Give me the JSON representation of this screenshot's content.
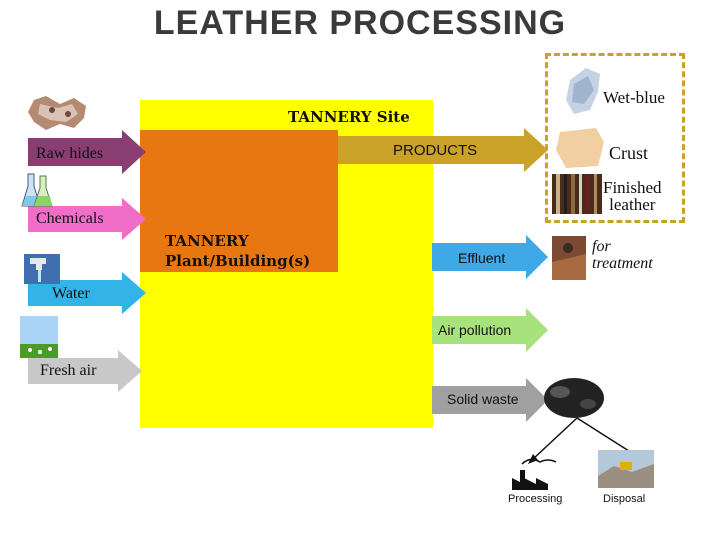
{
  "title": "LEATHER PROCESSING",
  "site": {
    "label": "TANNERY Site"
  },
  "plant": {
    "label_line1": "TANNERY",
    "label_line2": "Plant/Building(s)"
  },
  "inputs": {
    "raw_hides": "Raw hides",
    "chemicals": "Chemicals",
    "water": "Water",
    "fresh_air": "Fresh air"
  },
  "outputs": {
    "products": "PRODUCTS",
    "effluent": "Effluent",
    "air_pollution": "Air pollution",
    "solid_waste": "Solid waste"
  },
  "products": {
    "wet_blue": "Wet-blue",
    "crust": "Crust",
    "finished_line1": "Finished",
    "finished_line2": "leather"
  },
  "effluent_dest": {
    "line1": "for",
    "line2": "treatment"
  },
  "waste_dest": {
    "processing": "Processing",
    "disposal": "Disposal"
  },
  "colors": {
    "site": "#ffff00",
    "plant": "#e87711",
    "raw_hides_arrow": "#8a3d73",
    "chemicals_arrow": "#f06ec8",
    "water_arrow": "#33b4e8",
    "fresh_air_arrow": "#c8c8c8",
    "products_arrow": "#c9a227",
    "effluent_arrow": "#3ea9e6",
    "air_pollution_arrow": "#a8e27d",
    "solid_waste_arrow": "#a0a0a0"
  }
}
